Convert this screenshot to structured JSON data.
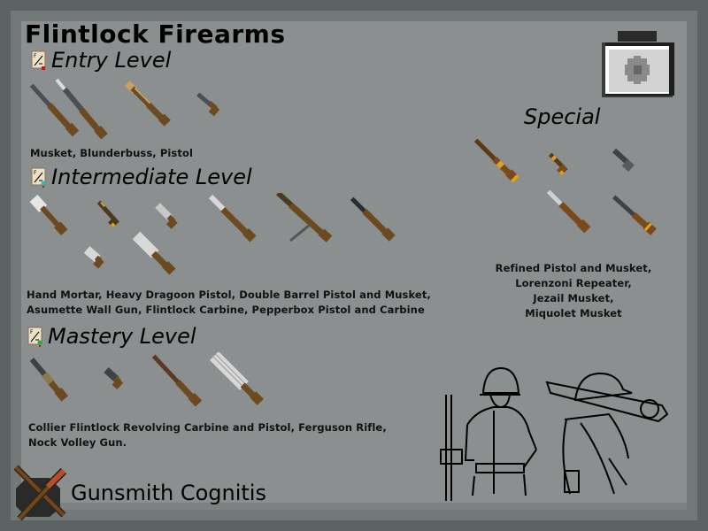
{
  "page": {
    "title": "Flintlock Firearms",
    "footer_label": "Gunsmith Cognitis",
    "colors": {
      "outer_border": "#5c6161",
      "mid_border": "#737878",
      "panel": "#8b8f8f",
      "text": "#000000",
      "wood": "#6b4a22",
      "metal": "#4a4f52",
      "gold": "#e0a020"
    }
  },
  "sections": {
    "entry": {
      "label": "Entry Level",
      "caption": "Musket, Blunderbuss, Pistol",
      "icon": "recipe-scroll-icon",
      "marker_color": "#d01010",
      "weapons": [
        "Musket",
        "Blunderbuss",
        "Blunderbuss (brass)",
        "Pistol"
      ]
    },
    "intermediate": {
      "label": "Intermediate Level",
      "caption_line1": "Hand Mortar, Heavy Dragoon Pistol, Double Barrel Pistol and Musket,",
      "caption_line2": "Asumette Wall Gun, Flintlock Carbine, Pepperbox Pistol and Carbine",
      "icon": "recipe-scroll-icon",
      "marker_color": "#20c0c0",
      "weapons": [
        "Hand Mortar",
        "Heavy Dragoon Pistol",
        "Double Barrel Pistol",
        "Double Barrel Musket",
        "Asumette Wall Gun",
        "Flintlock Carbine",
        "Pepperbox Pistol",
        "Pepperbox Carbine"
      ]
    },
    "mastery": {
      "label": "Mastery Level",
      "caption_line1": "Collier Flintlock Revolving Carbine and Pistol, Ferguson Rifle,",
      "caption_line2": "Nock Volley Gun.",
      "icon": "recipe-scroll-icon",
      "marker_color": "#20b040",
      "weapons": [
        "Collier Revolving Carbine",
        "Collier Revolving Pistol",
        "Ferguson Rifle",
        "Nock Volley Gun"
      ]
    },
    "special": {
      "label": "Special",
      "caption_lines": [
        "Refined Pistol and Musket,",
        "Lorenzoni Repeater,",
        "Jezail Musket,",
        "Miquolet Musket"
      ],
      "weapons": [
        "Refined Musket",
        "Refined Pistol",
        "Miquolet Pistol",
        "Jezail Musket",
        "Lorenzoni Repeater"
      ]
    }
  },
  "icons": {
    "top_right": "cog-icon",
    "footer": "crossed-guns-icon",
    "illustration": "soldiers-sketch"
  }
}
